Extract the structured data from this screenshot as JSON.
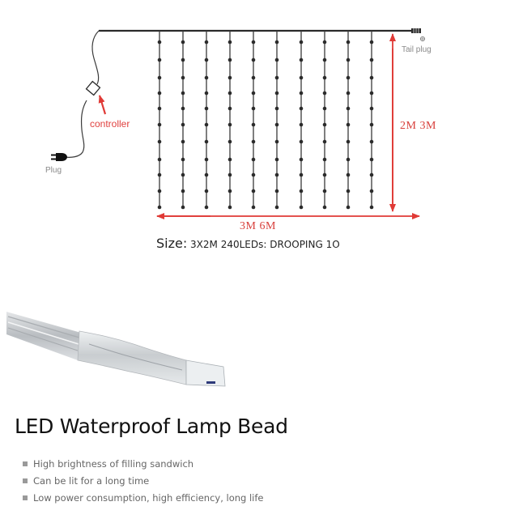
{
  "diagram": {
    "labels": {
      "plug": "Plug",
      "tail_plug": "Tail plug",
      "controller": "controller",
      "height_dimension": "2M  3M",
      "width_dimension": "3M  6M"
    },
    "size_line": {
      "key": "Size:",
      "value": " 3X2M 240LEDs: DROOPING 1O"
    },
    "strands": {
      "count": 10,
      "x_positions": [
        197,
        226,
        255,
        284,
        313,
        342,
        372,
        401,
        430,
        459
      ],
      "bead_y_positions": [
        52,
        74,
        96,
        115,
        134,
        154,
        175,
        197,
        216,
        236,
        256
      ]
    },
    "colors": {
      "wire": "#3a3a3a",
      "bead": "#2b2b2b",
      "dimension_arrow": "#e03a36",
      "label_gray": "#8a8a8a"
    }
  },
  "product_section": {
    "title": "LED Waterproof Lamp Bead",
    "features": [
      "High brightness of filling sandwich",
      "Can be lit for a long time",
      "Low power consumption, high efficiency, long life"
    ]
  }
}
